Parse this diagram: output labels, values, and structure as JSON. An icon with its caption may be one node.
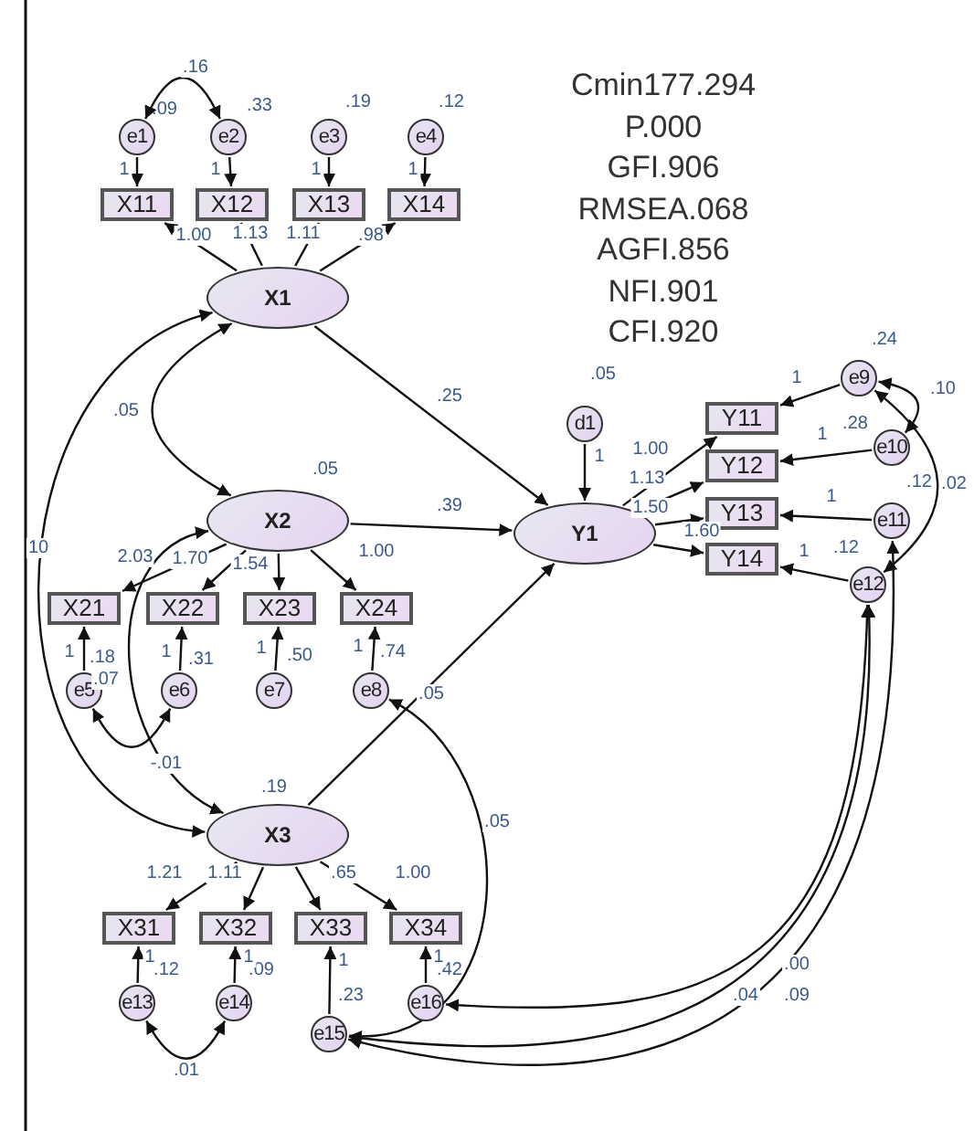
{
  "diagram": {
    "nodes": [
      {
        "text": [
          "e1"
        ],
        "beside": [
          ".09"
        ]
      },
      {
        "text": [
          "e2"
        ],
        "beside": [
          ".33"
        ]
      },
      {
        "text": [
          "e3"
        ],
        "beside": [
          ".19"
        ]
      },
      {
        "text": [
          "e4"
        ],
        "beside": [
          ".12"
        ]
      },
      {
        "text": [
          "X11"
        ]
      },
      {
        "text": [
          "X12"
        ]
      },
      {
        "text": [
          "X13"
        ]
      },
      {
        "text": [
          "X14"
        ]
      },
      {
        "text": [
          "X1"
        ]
      },
      {
        "text": [
          "X2"
        ],
        "beside": [
          ".05"
        ]
      },
      {
        "text": [
          "X21"
        ]
      },
      {
        "text": [
          "X22"
        ]
      },
      {
        "text": [
          "X23"
        ]
      },
      {
        "text": [
          "X24"
        ]
      },
      {
        "text": [
          "e5"
        ],
        "beside": [
          ".18"
        ]
      },
      {
        "text": [
          "e6"
        ],
        "beside": [
          ".31"
        ]
      },
      {
        "text": [
          "e7"
        ],
        "beside": [
          ".50"
        ]
      },
      {
        "text": [
          "e8"
        ],
        "beside": [
          ".74"
        ]
      },
      {
        "text": [
          "X3"
        ],
        "beside": [
          ".19"
        ]
      },
      {
        "text": [
          "X31"
        ]
      },
      {
        "text": [
          "X32"
        ]
      },
      {
        "text": [
          "X33"
        ]
      },
      {
        "text": [
          "X34"
        ]
      },
      {
        "text": [
          "e13"
        ],
        "beside": [
          ".12"
        ]
      },
      {
        "text": [
          "e14"
        ],
        "beside": [
          ".09"
        ]
      },
      {
        "text": [
          "e15"
        ],
        "beside": [
          ".23"
        ]
      },
      {
        "text": [
          "e16"
        ],
        "beside": [
          ".42"
        ]
      },
      {
        "text": [
          "d1"
        ],
        "beside": [
          ".05"
        ]
      },
      {
        "text": [
          "Y1"
        ]
      },
      {
        "text": [
          "Y11"
        ]
      },
      {
        "text": [
          "Y12"
        ]
      },
      {
        "text": [
          "Y13"
        ]
      },
      {
        "text": [
          "Y14"
        ]
      },
      {
        "text": [
          "e9"
        ],
        "beside": [
          ".24"
        ]
      },
      {
        "text": [
          "e10"
        ],
        "beside": [
          ".28"
        ]
      },
      {
        "text": [
          "e11"
        ],
        "beside": [
          ".12"
        ]
      },
      {
        "text": [
          "e12"
        ],
        "beside": [
          ".12"
        ]
      }
    ],
    "edges": [
      {
        "from": 0,
        "to": 4,
        "arrow": "to",
        "label": "1"
      },
      {
        "from": 1,
        "to": 5,
        "arrow": "to",
        "label": "1"
      },
      {
        "from": 2,
        "to": 6,
        "arrow": "to",
        "label": "1"
      },
      {
        "from": 3,
        "to": 7,
        "arrow": "to",
        "label": "1"
      },
      {
        "from": 0,
        "to": 1,
        "arrow": "both",
        "label": ".16"
      },
      {
        "from": 8,
        "to": 4,
        "arrow": "to",
        "label": "1.00"
      },
      {
        "from": 8,
        "to": 5,
        "arrow": "to",
        "label": "1.13"
      },
      {
        "from": 8,
        "to": 6,
        "arrow": "to",
        "label": "1.11"
      },
      {
        "from": 8,
        "to": 7,
        "arrow": "to",
        "label": ".98"
      },
      {
        "from": 8,
        "to": 9,
        "arrow": "both",
        "label": ".05"
      },
      {
        "from": 8,
        "to": 18,
        "arrow": "both",
        "label": "10"
      },
      {
        "from": 9,
        "to": 18,
        "arrow": "both",
        "label": "-.01"
      },
      {
        "from": 8,
        "to": 28,
        "arrow": "to",
        "label": ".25"
      },
      {
        "from": 9,
        "to": 28,
        "arrow": "to",
        "label": ".39"
      },
      {
        "from": 18,
        "to": 28,
        "arrow": "to",
        "label": ".05"
      },
      {
        "from": 9,
        "to": 10,
        "arrow": "to",
        "label": "2.03"
      },
      {
        "from": 9,
        "to": 11,
        "arrow": "to",
        "label": "1.70"
      },
      {
        "from": 9,
        "to": 12,
        "arrow": "to",
        "label": "1.54"
      },
      {
        "from": 9,
        "to": 13,
        "arrow": "to",
        "label": "1.00"
      },
      {
        "from": 14,
        "to": 10,
        "arrow": "to",
        "label": "1"
      },
      {
        "from": 15,
        "to": 11,
        "arrow": "to",
        "label": "1"
      },
      {
        "from": 16,
        "to": 12,
        "arrow": "to",
        "label": "1"
      },
      {
        "from": 17,
        "to": 13,
        "arrow": "to",
        "label": "1"
      },
      {
        "from": 14,
        "to": 15,
        "arrow": "both",
        "label": ".07"
      },
      {
        "from": 17,
        "to": 25,
        "arrow": "both",
        "label": ".05"
      },
      {
        "from": 18,
        "to": 19,
        "arrow": "to",
        "label": "1.21"
      },
      {
        "from": 18,
        "to": 20,
        "arrow": "to",
        "label": "1.11"
      },
      {
        "from": 18,
        "to": 21,
        "arrow": "to",
        "label": ".65"
      },
      {
        "from": 18,
        "to": 22,
        "arrow": "to",
        "label": "1.00"
      },
      {
        "from": 23,
        "to": 19,
        "arrow": "to",
        "label": "1"
      },
      {
        "from": 24,
        "to": 20,
        "arrow": "to",
        "label": "1"
      },
      {
        "from": 25,
        "to": 21,
        "arrow": "to",
        "label": "1"
      },
      {
        "from": 26,
        "to": 22,
        "arrow": "to",
        "label": "1"
      },
      {
        "from": 23,
        "to": 24,
        "arrow": "both",
        "label": ".01"
      },
      {
        "from": 27,
        "to": 28,
        "arrow": "to",
        "label": "1"
      },
      {
        "from": 28,
        "to": 29,
        "arrow": "to",
        "label": "1.00"
      },
      {
        "from": 28,
        "to": 30,
        "arrow": "to",
        "label": "1.13"
      },
      {
        "from": 28,
        "to": 31,
        "arrow": "to",
        "label": "1.50"
      },
      {
        "from": 28,
        "to": 32,
        "arrow": "to",
        "label": "1.60"
      },
      {
        "from": 33,
        "to": 29,
        "arrow": "to",
        "label": "1"
      },
      {
        "from": 34,
        "to": 30,
        "arrow": "to",
        "label": "1"
      },
      {
        "from": 35,
        "to": 31,
        "arrow": "to",
        "label": "1"
      },
      {
        "from": 36,
        "to": 32,
        "arrow": "to",
        "label": "1"
      },
      {
        "from": 33,
        "to": 34,
        "arrow": "both",
        "label": ".10"
      },
      {
        "from": 33,
        "to": 36,
        "arrow": "both",
        "label": ".02"
      },
      {
        "from": 36,
        "to": 26,
        "arrow": "both",
        "label": ".00"
      },
      {
        "from": 36,
        "to": 25,
        "arrow": "both",
        "label": ".04"
      },
      {
        "from": 35,
        "to": 25,
        "arrow": "both",
        "label": ".09"
      }
    ],
    "labels": [
      "Cmin177.294",
      "P.000",
      "GFI.906",
      "RMSEA.068",
      "AGFI.856",
      "NFI.901",
      "CFI.920"
    ]
  }
}
